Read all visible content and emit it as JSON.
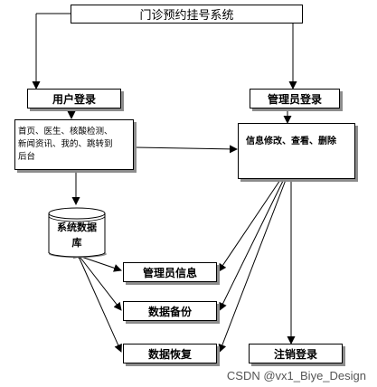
{
  "diagram": {
    "title": "门诊预约挂号系统",
    "user_login": "用户登录",
    "admin_login": "管理员登录",
    "user_functions": [
      "首页、医生、核酸检测、",
      "新闻资讯、我的、跳转到",
      "后台"
    ],
    "admin_functions": "信息修改、查看、删除",
    "database": [
      "系统数据",
      "库"
    ],
    "admin_info": "管理员信息",
    "data_backup": "数据备份",
    "data_restore": "数据恢复",
    "logout": "注销登录"
  },
  "watermark": "CSDN @vx1_Biye_Design"
}
